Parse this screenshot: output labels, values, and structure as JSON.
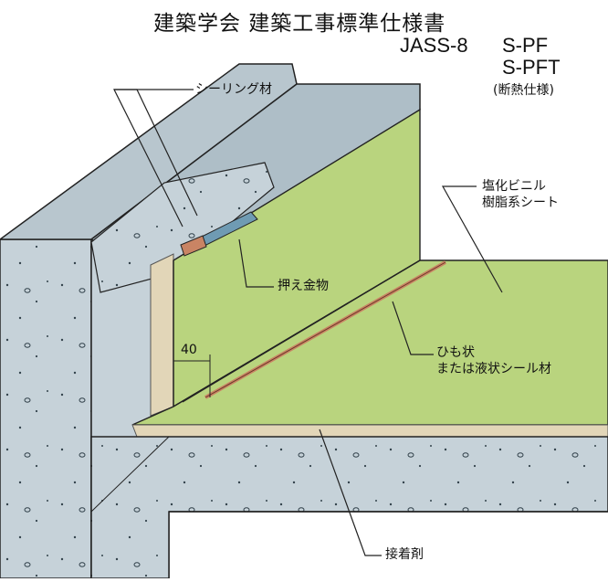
{
  "header": {
    "title": "建築学会 建築工事標準仕様書",
    "standard": "JASS-8",
    "spec_1": "S-PF",
    "spec_2": "S-PFT",
    "spec_note": "(断熱仕様)"
  },
  "labels": {
    "sealing": "シーリング材",
    "pvc_sheet_1": "塩化ビニル",
    "pvc_sheet_2": "樹脂系シート",
    "pressing_bar": "押え金物",
    "string_seal_1": "ひも状",
    "string_seal_2": "または液状シール材",
    "adhesive": "接着剤",
    "dimension": "40"
  },
  "colors": {
    "concrete": "#c6d2d9",
    "concrete_dark": "#a9b8c1",
    "sheet_green": "#b9d47e",
    "adhesive_beige": "#e2d6b8",
    "sealant_red": "#c98464",
    "bar_blue": "#6f9bb3"
  }
}
